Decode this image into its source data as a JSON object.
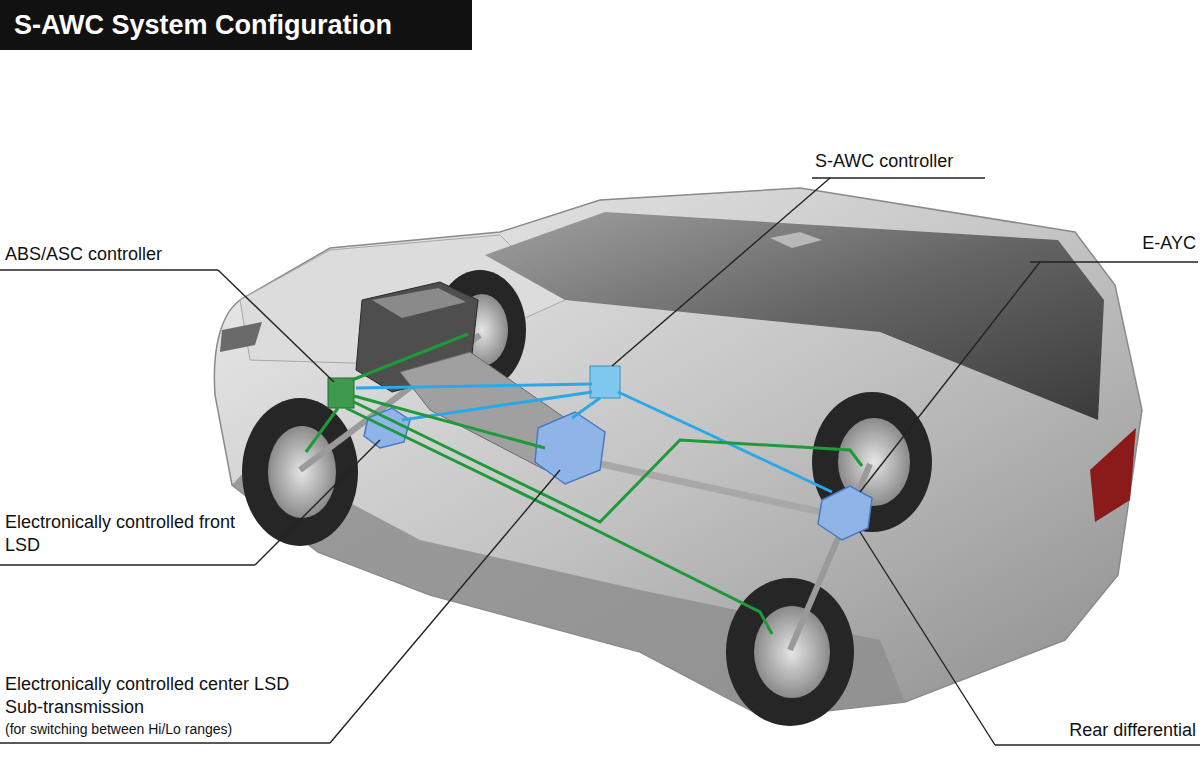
{
  "diagram": {
    "title": "S-AWC System Configuration",
    "labels": [
      "S-AWC controller",
      "E-AYC",
      "ABS/ASC controller",
      "Electronically controlled front LSD",
      "Electronically controlled center LSD",
      "Sub-transmission",
      "(for switching between Hi/Lo ranges)",
      "Rear differential"
    ]
  }
}
